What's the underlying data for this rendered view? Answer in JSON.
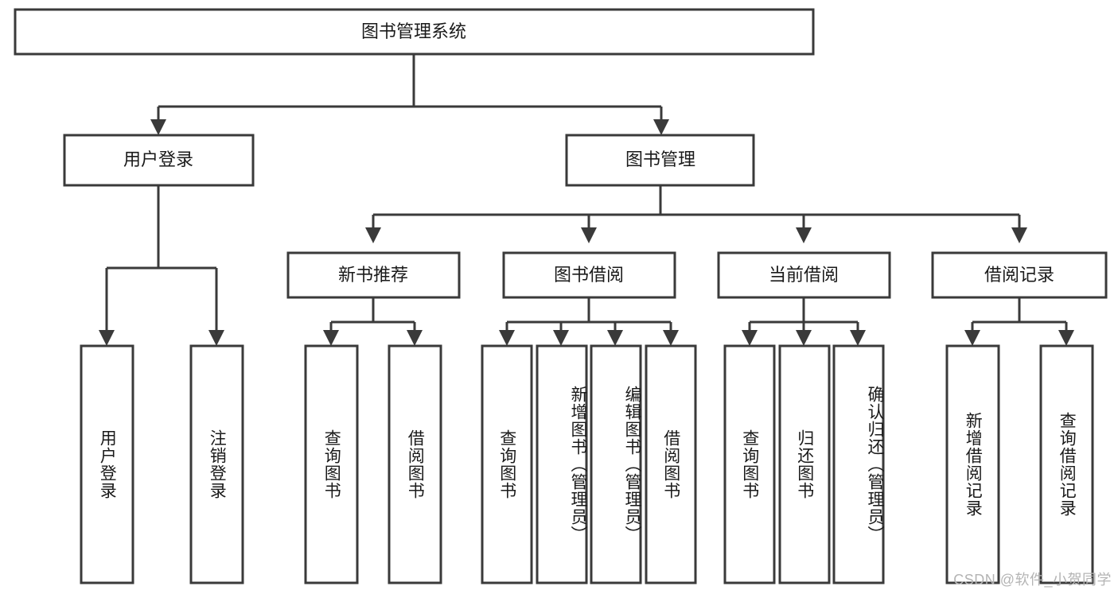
{
  "diagram": {
    "type": "tree",
    "title": "图书管理系统",
    "watermark": "CSDN @软件_小贺同学",
    "colors": {
      "box_stroke": "#3a3a3a",
      "box_fill": "#ffffff",
      "text": "#1a1a1a",
      "connector": "#3a3a3a",
      "watermark": "#b4b4b4",
      "background": "#ffffff"
    },
    "levels": {
      "root": {
        "label": "图书管理系统"
      },
      "level2": [
        {
          "label": "用户登录"
        },
        {
          "label": "图书管理"
        }
      ],
      "level3": [
        {
          "label": "新书推荐"
        },
        {
          "label": "图书借阅"
        },
        {
          "label": "当前借阅"
        },
        {
          "label": "借阅记录"
        }
      ],
      "leaves_user_login": [
        {
          "label": "用户登录"
        },
        {
          "label": "注销登录"
        }
      ],
      "leaves_new_book": [
        {
          "label": "查询图书"
        },
        {
          "label": "借阅图书"
        }
      ],
      "leaves_borrow": [
        {
          "label": "查询图书"
        },
        {
          "label": "新增图书（管理员）"
        },
        {
          "label": "编辑图书（管理员）"
        },
        {
          "label": "借阅图书"
        }
      ],
      "leaves_current": [
        {
          "label": "查询图书"
        },
        {
          "label": "归还图书"
        },
        {
          "label": "确认归还（管理员）"
        }
      ],
      "leaves_record": [
        {
          "label": "新增借阅记录"
        },
        {
          "label": "查询借阅记录"
        }
      ]
    }
  }
}
